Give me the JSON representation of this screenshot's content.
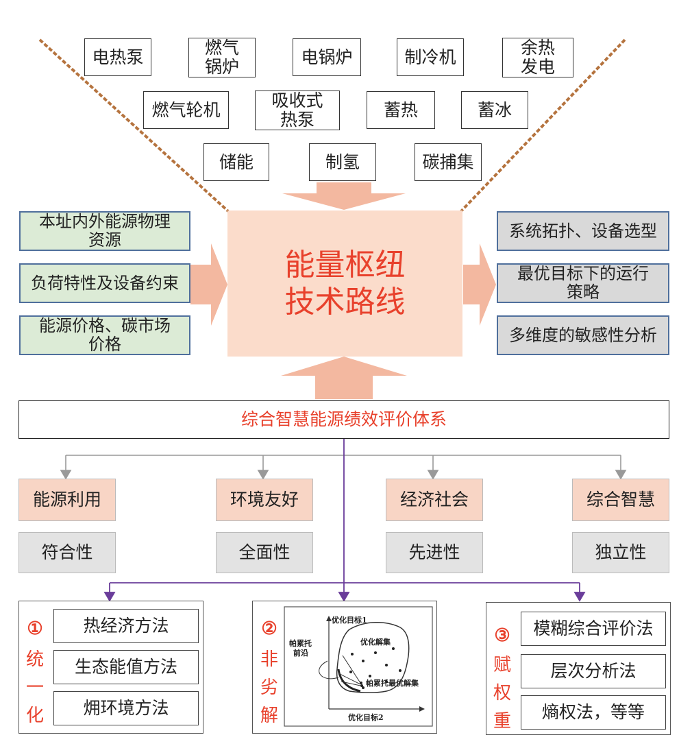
{
  "tech_boxes": [
    {
      "lines": [
        "电热泵"
      ]
    },
    {
      "lines": [
        "燃气",
        "锅炉"
      ]
    },
    {
      "lines": [
        "电锅炉"
      ]
    },
    {
      "lines": [
        "制冷机"
      ]
    },
    {
      "lines": [
        "余热",
        "发电"
      ]
    },
    {
      "lines": [
        "燃气轮机"
      ]
    },
    {
      "lines": [
        "吸收式",
        "热泵"
      ]
    },
    {
      "lines": [
        "蓄热"
      ]
    },
    {
      "lines": [
        "蓄冰"
      ]
    },
    {
      "lines": [
        "储能"
      ]
    },
    {
      "lines": [
        "制氢"
      ]
    },
    {
      "lines": [
        "碳捕集"
      ]
    }
  ],
  "center": {
    "line1": "能量枢纽",
    "line2": "技术路线"
  },
  "inputs": [
    {
      "lines": [
        "本址内外能源物理",
        "资源"
      ]
    },
    {
      "lines": [
        "负荷特性及设备约束"
      ]
    },
    {
      "lines": [
        "能源价格、碳市场",
        "价格"
      ]
    }
  ],
  "outputs": [
    {
      "lines": [
        "系统拓扑、设备选型"
      ]
    },
    {
      "lines": [
        "最优目标下的运行",
        "策略"
      ]
    },
    {
      "lines": [
        "多维度的敏感性分析"
      ]
    }
  ],
  "eval_system": "综合智慧能源绩效评价体系",
  "categories": [
    {
      "name": "能源利用",
      "property": "符合性"
    },
    {
      "name": "环境友好",
      "property": "全面性"
    },
    {
      "name": "经济社会",
      "property": "先进性"
    },
    {
      "name": "综合智慧",
      "property": "独立性"
    }
  ],
  "panel1": {
    "num": "①",
    "vertical": [
      "统",
      "一",
      "化"
    ],
    "methods": [
      "热经济方法",
      "生态能值方法",
      "㶲环境方法"
    ]
  },
  "panel2": {
    "num": "②",
    "vertical": [
      "非",
      "劣",
      "解"
    ],
    "plot": {
      "y_axis_label": "优化目标1",
      "x_axis_label": "优化目标2",
      "region_label": "优化解集",
      "pareto_front_label": [
        "帕累托",
        "前沿"
      ],
      "optimal_label": "帕累托最优解集"
    }
  },
  "panel3": {
    "num": "③",
    "vertical": [
      "赋",
      "权",
      "重"
    ],
    "methods": [
      "模糊综合评价法",
      "层次分析法",
      "熵权法，等等"
    ]
  },
  "colors": {
    "accent_red": "#e8412c",
    "pink": "#f8d5c5",
    "green": "#dcebd6",
    "gray": "#d9d9d9",
    "connector_purple": "#6a3d9a"
  }
}
